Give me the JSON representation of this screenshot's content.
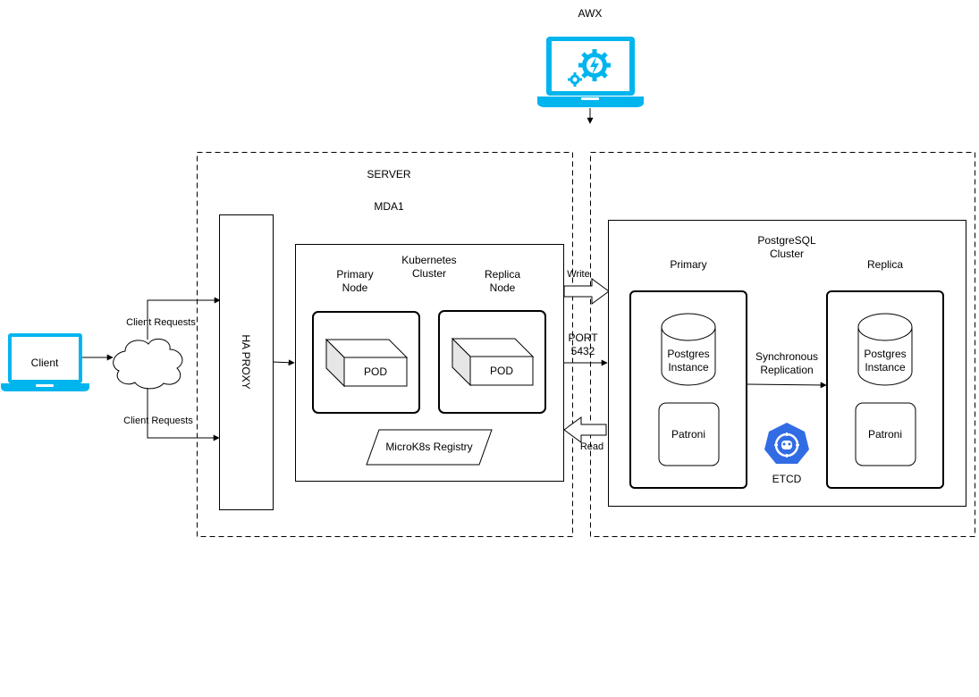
{
  "awx": {
    "label": "AWX"
  },
  "server": {
    "label": "SERVER",
    "site": "MDA1"
  },
  "client": {
    "label": "Client"
  },
  "requests": {
    "top": "Client Requests",
    "bottom": "Client Requests"
  },
  "haproxy": {
    "label": "HA PROXY"
  },
  "kubernetes": {
    "title_line1": "Kubernetes",
    "title_line2": "Cluster",
    "primary_line1": "Primary",
    "primary_line2": "Node",
    "replica_line1": "Replica",
    "replica_line2": "Node",
    "pod1": "POD",
    "pod2": "POD",
    "registry": "MicroK8s Registry"
  },
  "connection": {
    "write": "Write",
    "port_line1": "PORT",
    "port_line2": "5432",
    "read": "Read"
  },
  "postgres": {
    "title_line1": "PostgreSQL",
    "title_line2": "Cluster",
    "primary": "Primary",
    "replica": "Replica",
    "instance_line1": "Postgres",
    "instance_line2": "Instance",
    "patroni": "Patroni",
    "sync_line1": "Synchronous",
    "sync_line2": "Replication",
    "etcd": "ETCD"
  },
  "colors": {
    "laptop": "#00B5EE",
    "kubernetes_blue": "#326CE5",
    "line": "#000000"
  },
  "icons": {
    "awx": "laptop-gear-lightning-icon",
    "client": "laptop-icon",
    "cloud": "cloud-icon",
    "etcd": "kubernetes-heptagon-icon"
  }
}
